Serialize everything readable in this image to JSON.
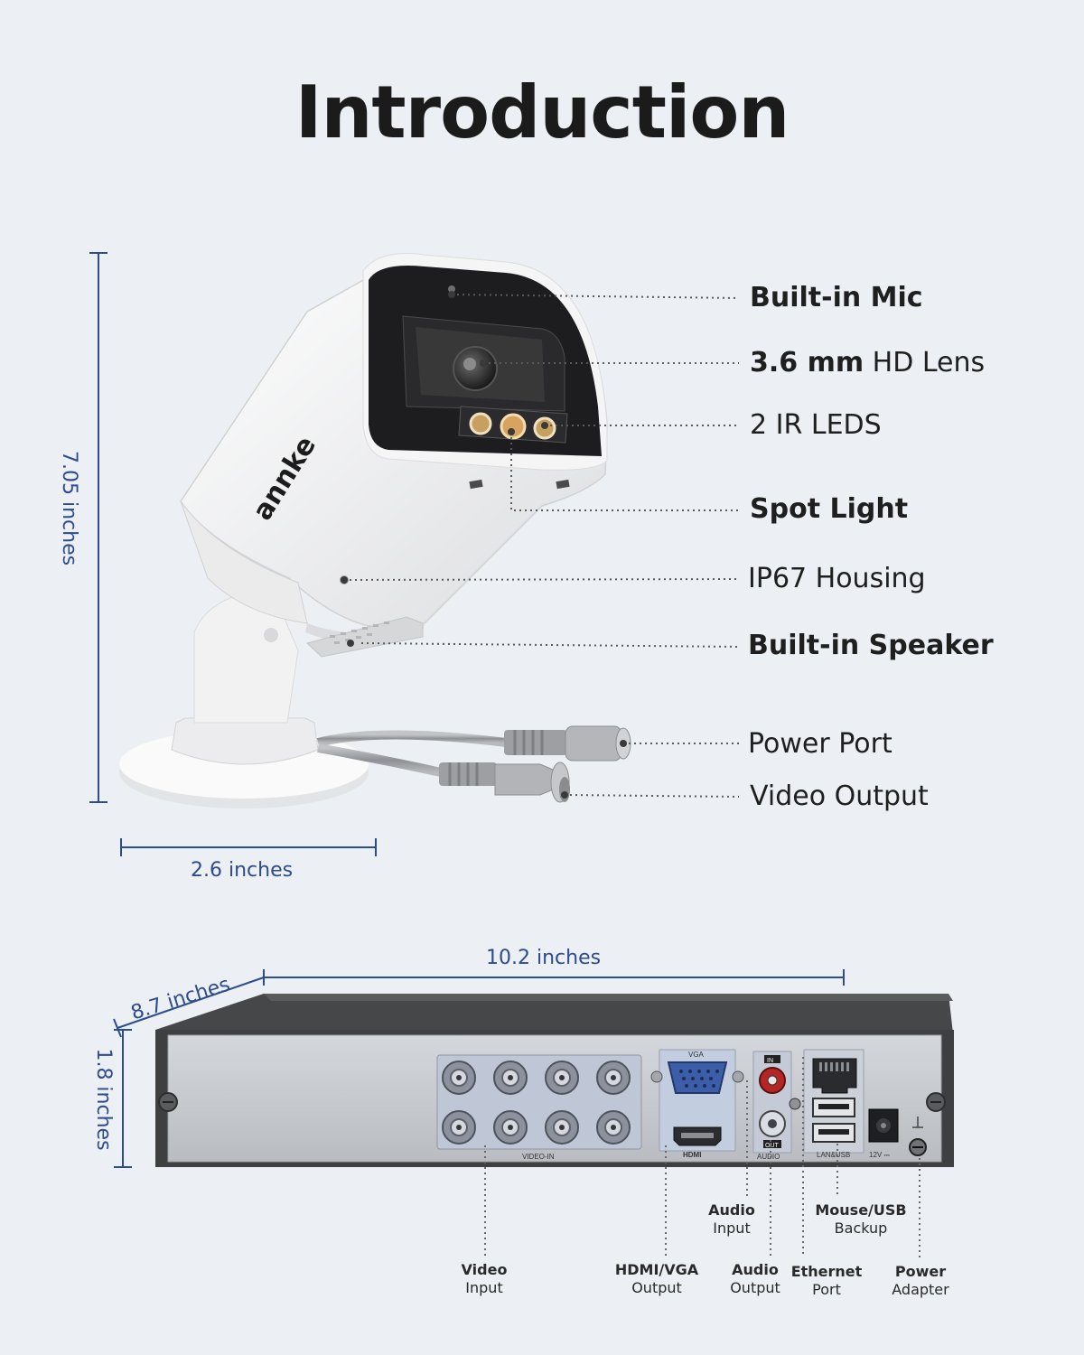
{
  "title": "Introduction",
  "camera": {
    "brand_logo": "annke",
    "dimensions": {
      "height": "7.05 inches",
      "width": "2.6 inches"
    },
    "callouts": [
      {
        "bold": "Built-in Mic",
        "regular": ""
      },
      {
        "bold": "3.6 mm",
        "regular": " HD Lens"
      },
      {
        "bold": "",
        "regular": "2 IR LEDS"
      },
      {
        "bold": "Spot Light",
        "regular": ""
      },
      {
        "bold": "",
        "regular": "IP67 Housing"
      },
      {
        "bold": "Built-in Speaker",
        "regular": ""
      },
      {
        "bold": "",
        "regular": "Power Port"
      },
      {
        "bold": "",
        "regular": "Video Output"
      }
    ]
  },
  "dvr": {
    "dimensions": {
      "width": "10.2 inches",
      "depth": "8.7 inches",
      "height": "1.8 inches"
    },
    "panel_markings": {
      "vga": "VGA",
      "hdmi": "HDMI",
      "video_in": "VIDEO-IN",
      "audio": "AUDIO",
      "in": "IN",
      "out": "OUT",
      "lan_usb": "LAN&USB",
      "power": "12V ⎓"
    },
    "ports": [
      {
        "line1": "Video",
        "line2": "Input"
      },
      {
        "line1": "HDMI/VGA",
        "line2": "Output"
      },
      {
        "line1": "Audio",
        "line2": "Input"
      },
      {
        "line1": "Audio",
        "line2": "Output"
      },
      {
        "line1": "Ethernet",
        "line2": "Port"
      },
      {
        "line1": "Mouse/USB",
        "line2": "Backup"
      },
      {
        "line1": "Power",
        "line2": "Adapter"
      }
    ]
  },
  "colors": {
    "background": "#eceff3",
    "dimension": "#2c4c8c",
    "camera_body": "#f7f7f7",
    "dvr_top": "#3f3f3f",
    "dvr_panel": "#c9ccd1"
  }
}
